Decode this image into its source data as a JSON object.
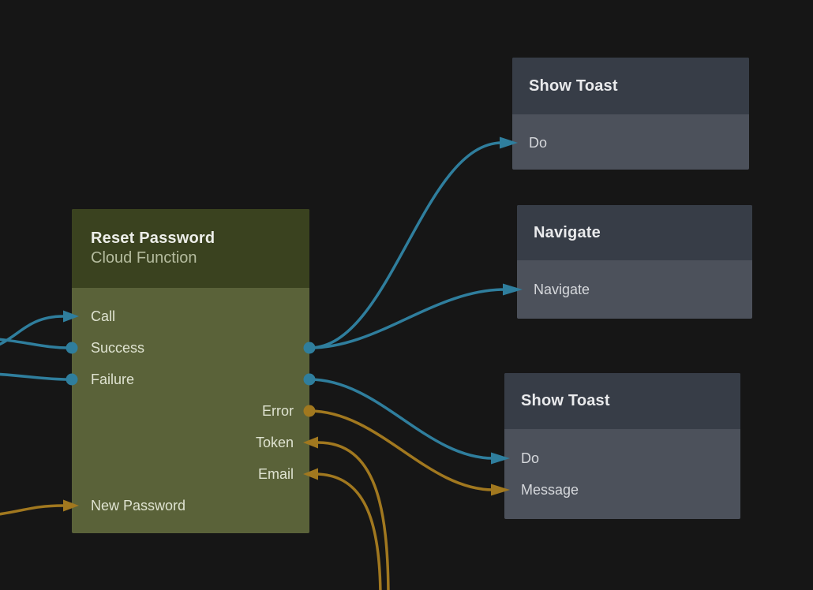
{
  "canvas": {
    "background": "#161616"
  },
  "colors": {
    "teal": "#2f7e9d",
    "gold": "#a1781f",
    "green_node_header": "#3a421f",
    "green_node_body": "#5a6239",
    "slate_node_header": "#373d47",
    "slate_node_body": "#4c515b"
  },
  "nodes": {
    "reset_password": {
      "title": "Reset Password",
      "subtitle": "Cloud Function",
      "ports": {
        "call": {
          "label": "Call"
        },
        "success": {
          "label": "Success"
        },
        "failure": {
          "label": "Failure"
        },
        "error": {
          "label": "Error"
        },
        "token": {
          "label": "Token"
        },
        "email": {
          "label": "Email"
        },
        "new_password": {
          "label": "New Password"
        }
      }
    },
    "show_toast_top": {
      "title": "Show Toast",
      "ports": {
        "do": {
          "label": "Do"
        }
      }
    },
    "navigate": {
      "title": "Navigate",
      "ports": {
        "navigate": {
          "label": "Navigate"
        }
      }
    },
    "show_toast_bottom": {
      "title": "Show Toast",
      "ports": {
        "do": {
          "label": "Do"
        },
        "message": {
          "label": "Message"
        }
      }
    }
  },
  "connections": [
    {
      "from": "offscreen-left",
      "to": "reset_password.call",
      "color": "teal"
    },
    {
      "from": "offscreen-left",
      "to": "reset_password.success",
      "color": "teal"
    },
    {
      "from": "offscreen-left",
      "to": "reset_password.failure",
      "color": "teal"
    },
    {
      "from": "offscreen-left",
      "to": "reset_password.new_password",
      "color": "gold"
    },
    {
      "from": "reset_password.success",
      "to": "show_toast_top.do",
      "color": "teal"
    },
    {
      "from": "reset_password.success",
      "to": "navigate.navigate",
      "color": "teal"
    },
    {
      "from": "reset_password.failure",
      "to": "show_toast_bottom.do",
      "color": "teal"
    },
    {
      "from": "reset_password.error",
      "to": "show_toast_bottom.message",
      "color": "gold"
    },
    {
      "from": "offscreen-bottom",
      "to": "reset_password.token",
      "color": "gold"
    },
    {
      "from": "offscreen-bottom",
      "to": "reset_password.email",
      "color": "gold"
    }
  ]
}
